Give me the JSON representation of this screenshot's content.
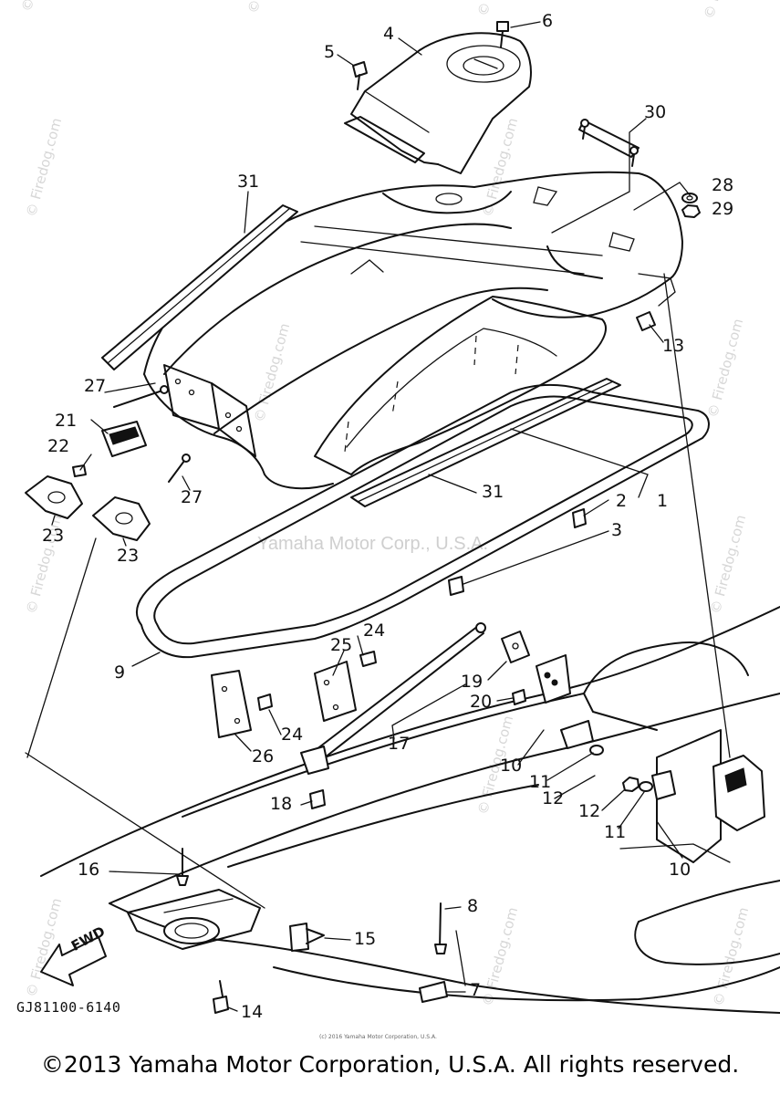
{
  "diagram": {
    "callouts": [
      "1",
      "2",
      "3",
      "4",
      "5",
      "6",
      "7",
      "8",
      "9",
      "10",
      "10",
      "11",
      "11",
      "12",
      "12",
      "13",
      "14",
      "15",
      "16",
      "17",
      "18",
      "19",
      "20",
      "21",
      "22",
      "23",
      "23",
      "24",
      "24",
      "25",
      "26",
      "27",
      "27",
      "28",
      "29",
      "30",
      "31",
      "31"
    ],
    "part_code": "GJ81100-6140",
    "fwd_label": "FWD",
    "watermark_site": "© Firedog.com",
    "watermark_owner": "Yamaha Motor Corp., U.S.A.",
    "tiny_note": "(c) 2016 Yamaha Motor Corporation, U.S.A.",
    "copyright": "©2013 Yamaha Motor Corporation, U.S.A. All rights reserved."
  }
}
